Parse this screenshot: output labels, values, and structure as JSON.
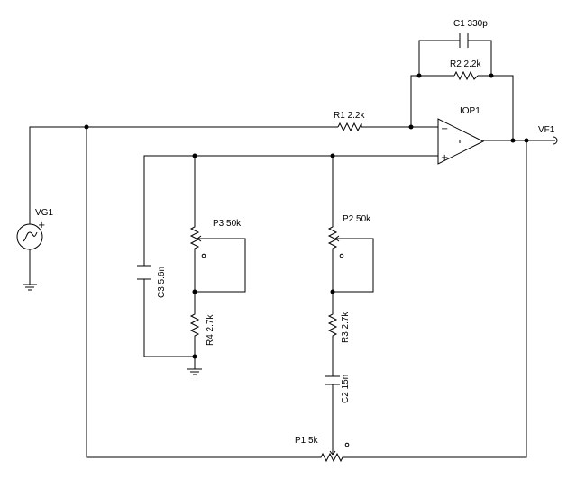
{
  "diagram": {
    "components": {
      "c1": "C1 330p",
      "r2": "R2 2.2k",
      "r1": "R1 2.2k",
      "iop1": "IOP1",
      "vf1": "VF1",
      "vg1": "VG1",
      "p3": "P3 50k",
      "p2": "P2 50k",
      "c3": "C3 5.6n",
      "r4": "R4 2.7k",
      "r3": "R3 2.7k",
      "c2": "C2 15n",
      "p1": "P1 5k"
    },
    "opamp_signs": {
      "minus": "−",
      "plus": "+"
    },
    "source_sign": "+"
  }
}
